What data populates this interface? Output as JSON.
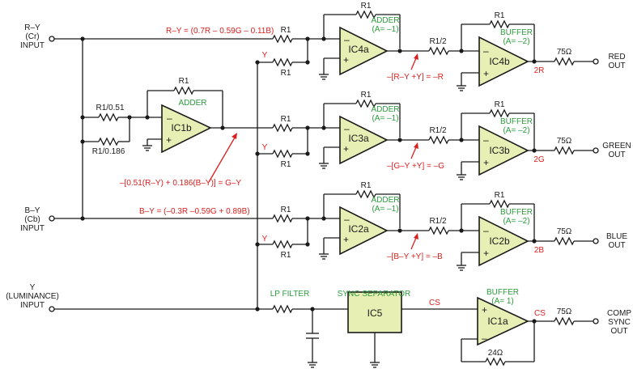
{
  "inputs": {
    "ry": [
      "R–Y",
      "(Cr)",
      "INPUT"
    ],
    "by": [
      "B–Y",
      "(Cb)",
      "INPUT"
    ],
    "y": [
      "Y",
      "(LUMINANCE)",
      "INPUT"
    ]
  },
  "outputs": {
    "red": [
      "RED",
      "OUT"
    ],
    "green": [
      "GREEN",
      "OUT"
    ],
    "blue": [
      "BLUE",
      "OUT"
    ],
    "sync": [
      "COMP",
      "SYNC",
      "OUT"
    ]
  },
  "equations": {
    "ry": "R–Y = (0.7R – 0.59G – 0.11B)",
    "by": "B–Y = (–0.3R –0.59G + 0.89B)",
    "gy": "–[0.51(R–Y) + 0.186(B–Y)] = G–Y",
    "ic4a_out": "–[R–Y +Y] = –R",
    "ic3a_out": "–[G–Y +Y] = –G",
    "ic2a_out": "–[B–Y +Y] = –B"
  },
  "components": {
    "r1": "R1",
    "r1_051": "R1/0.51",
    "r1_0186": "R1/0.186",
    "r1_half": "R1/2",
    "r75": "75Ω",
    "r24": "24Ω"
  },
  "opamps": {
    "ic1b": "IC1b",
    "ic4a": "IC4a",
    "ic4b": "IC4b",
    "ic3a": "IC3a",
    "ic3b": "IC3b",
    "ic2a": "IC2a",
    "ic2b": "IC2b",
    "ic1a": "IC1a",
    "ic5": "IC5"
  },
  "labels": {
    "adder": "ADDER",
    "adder_gain": "(A= –1)",
    "buffer": "BUFFER",
    "buffer_gain2": "(A= –2)",
    "buffer_gain1": "(A= 1)",
    "lp_filter": "LP FILTER",
    "sync_sep": "SYNC SEPARATOR",
    "cs": "CS",
    "y": "Y",
    "out_2r": "2R",
    "out_2g": "2G",
    "out_2b": "2B",
    "minus": "–",
    "plus": "+"
  },
  "colors": {
    "amp_fill": "#e8efb4",
    "green_text": "#2e9a3e",
    "red_text": "#d9201f",
    "wire": "#1a1a1a"
  }
}
